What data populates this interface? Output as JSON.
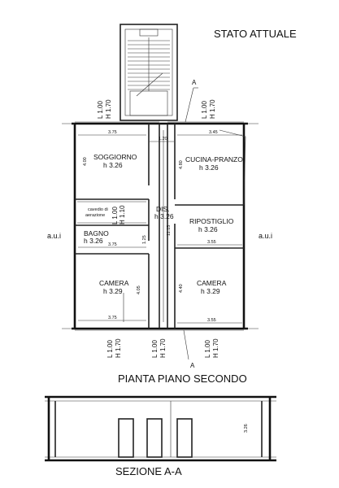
{
  "header": {
    "title": "STATO ATTUALE"
  },
  "plan": {
    "title": "PIANTA PIANO SECONDO",
    "aui_left": "a.u.i",
    "aui_right": "a.u.i",
    "section_marker_top": "A",
    "section_marker_bottom": "A",
    "rooms": {
      "soggiorno": {
        "name": "SOGGIORNO",
        "height": "h 3.26"
      },
      "cucina": {
        "name": "CUCINA-PRANZO",
        "height": "h 3.26"
      },
      "cavedio": {
        "name_line1": "cavedio di",
        "name_line2": "aerazione"
      },
      "dis": {
        "name": "DIS.",
        "height": "h 3.26"
      },
      "ripostiglio": {
        "name": "RIPOSTIGLIO",
        "height": "h 3.26"
      },
      "bagno": {
        "name": "BAGNO",
        "height": "h 3.26"
      },
      "camera_left": {
        "name": "CAMERA",
        "height": "h 3.29"
      },
      "camera_right": {
        "name": "CAMERA",
        "height": "h 3.29"
      }
    },
    "dims": {
      "top_left": "3.75",
      "top_center": "1.20",
      "top_right": "3.45",
      "soggiorno_v": "4.00",
      "cucina_v": "4.80",
      "corridor_v": "11.15",
      "mid_left": "3.75",
      "mid_right": "3.55",
      "bagno_v": "1.25",
      "camera_left_v": "4.05",
      "camera_right_v": "4.40",
      "bottom_left": "3.75",
      "bottom_right": "3.55",
      "section_height": "3.26"
    },
    "window_tags": {
      "top_left": {
        "l": "L 1.00",
        "h": "H 1.70"
      },
      "top_right": {
        "l": "L 1.00",
        "h": "H 1.70"
      },
      "cavedio": {
        "l": "L 1.00",
        "h": "H 1.10"
      },
      "bottom_left": {
        "l": "L 1.00",
        "h": "H 1.70"
      },
      "bottom_center": {
        "l": "L 1.00",
        "h": "H 1.70"
      },
      "bottom_right": {
        "l": "L 1.00",
        "h": "H 1.70"
      }
    }
  },
  "section": {
    "title": "SEZIONE A-A"
  }
}
